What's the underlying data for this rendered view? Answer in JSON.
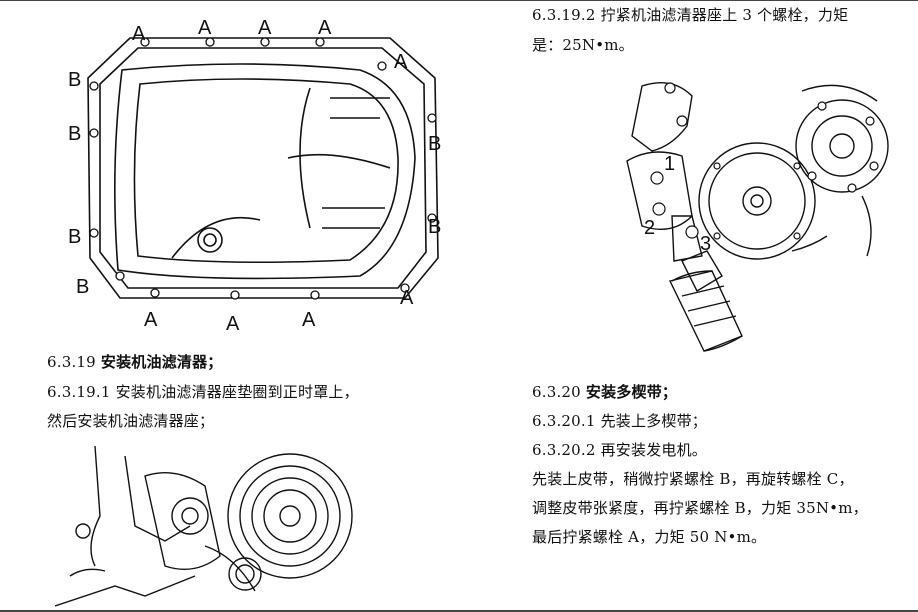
{
  "page": {
    "right_top_line1": "6.3.19.2 拧紧机油滤清器座上 3 个螺栓，力矩",
    "right_top_line2": "是：25N•m。",
    "left_section_no": "6.3.19",
    "left_section_title": "安装机油滤清器；",
    "left_step1_line1": "6.3.19.1 安装机油滤清器座垫圈到正时罩上，",
    "left_step1_line2": "然后安装机油滤清器座；",
    "right_section_no": "6.3.20",
    "right_section_title": "安装多楔带；",
    "right_step1": "6.3.20.1 先装上多楔带；",
    "right_step2": "6.3.20.2 再安装发电机。",
    "right_para_line1": "先装上皮带，稍微拧紧螺栓 B，再旋转螺栓 C，",
    "right_para_line2": "调整皮带张紧度，再拧紧螺栓 B，力矩 35N•m，",
    "right_para_line3": "最后拧紧螺栓 A，力矩 50 N•m。"
  },
  "figure_oil_pan": {
    "labels": {
      "top_a": [
        "A",
        "A",
        "A",
        "A"
      ],
      "right_a_top": "A",
      "left_b": [
        "B",
        "B",
        "B",
        "B"
      ],
      "right_b": [
        "B",
        "B"
      ],
      "bottom_a": [
        "A",
        "A",
        "A"
      ],
      "right_a_bottom": "A"
    }
  },
  "figure_filter": {
    "bolt_labels": [
      "1",
      "2",
      "3"
    ]
  }
}
